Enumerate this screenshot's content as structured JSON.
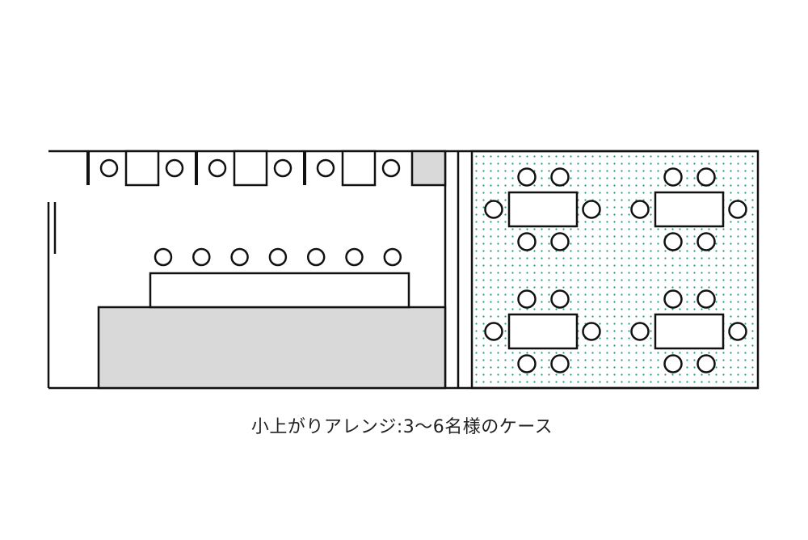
{
  "caption": "小上がりアレンジ:3〜6名様のケース",
  "colors": {
    "line": "#111111",
    "gray_fill": "#d9d9d9",
    "dot": "#1a9a7e"
  },
  "layout_counts": {
    "booths": 3,
    "counter_seats": 7,
    "group_tables": 4,
    "seats_per_group_table": 6
  }
}
